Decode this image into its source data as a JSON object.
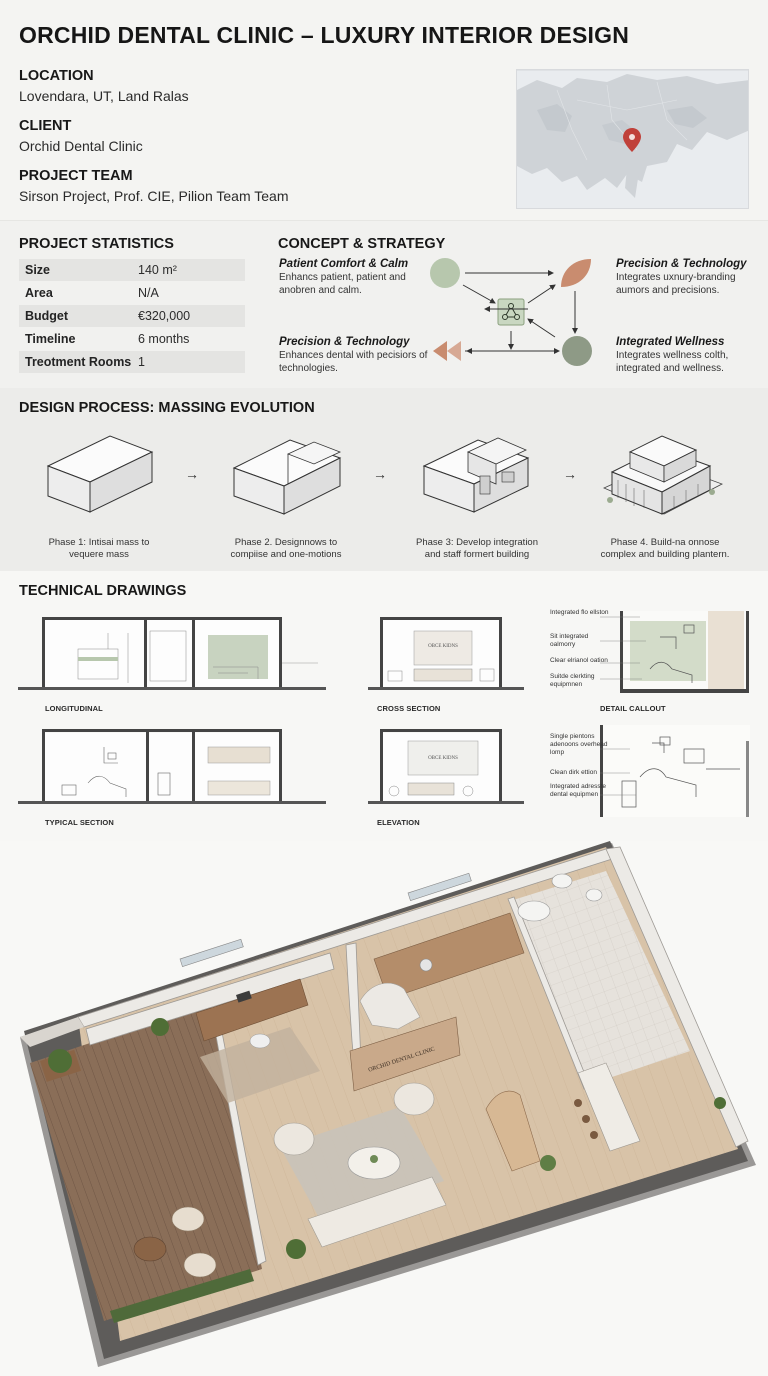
{
  "header": {
    "title": "ORCHID DENTAL CLINIC – LUXURY INTERIOR DESIGN",
    "location_label": "LOCATION",
    "location_value": "Lovendara, UT, Land Ralas",
    "client_label": "CLIENT",
    "client_value": "Orchid Dental Clinic",
    "team_label": "PROJECT TEAM",
    "team_value": "Sirson Project, Prof. CIE, Pilion Team Team"
  },
  "stats": {
    "title": "PROJECT STATISTICS",
    "rows": [
      {
        "key": "Size",
        "value": "140 m²"
      },
      {
        "key": "Area",
        "value": "N/A"
      },
      {
        "key": "Budget",
        "value": "€320,000"
      },
      {
        "key": "Timeline",
        "value": "6 months"
      },
      {
        "key": "Treotment Rooms",
        "value": "1"
      }
    ]
  },
  "concept": {
    "title": "CONCEPT & STRATEGY",
    "items": [
      {
        "heading": "Patient Comfort & Calm",
        "text": "Enhancs patient, patient and anobren and calm."
      },
      {
        "heading": "Precision & Technology",
        "text": "Integrates uxnury-branding aumors and precisions."
      },
      {
        "heading": "Precision & Technology",
        "text": "Enhances dental with pecisiors of technologies."
      },
      {
        "heading": "Integrated Wellness",
        "text": "Integrates wellness colth, integrated and wellness."
      }
    ],
    "colors": {
      "sage": "#b7c7ad",
      "terracotta": "#c98c6f",
      "olive": "#8e9a86"
    }
  },
  "process": {
    "title": "DESIGN PROCESS: MASSING EVOLUTION",
    "phases": [
      {
        "line1": "Phase 1: Intisai mass to",
        "line2": "vequere mass"
      },
      {
        "line1": "Phase 2. Designnows to",
        "line2": "compiise and one-motions"
      },
      {
        "line1": "Phase 3: Develop integration",
        "line2": "and staff formert building"
      },
      {
        "line1": "Phase 4. Build-na onnose",
        "line2": "complex and building plantern."
      }
    ],
    "arrow": "→"
  },
  "drawings": {
    "title": "TECHNICAL DRAWINGS",
    "labels": [
      "LONGITUDINAL",
      "CROSS SECTION",
      "DETAIL CALLOUT",
      "TYPICAL SECTION",
      "ELEVATION"
    ],
    "sign_text": "OBCE KIDNS",
    "callouts_top": [
      "Integrated flo ellston",
      "Sit integrated oalmorry",
      "Clear elrianol oation",
      "Suitde clerkting equipmnen"
    ],
    "callouts_bottom": [
      "Single pientons adenoons overhead lomp",
      "Clean dirk ettion",
      "Integrated adresste dental equipmen"
    ]
  },
  "plan": {
    "sign_text": "ORCHID DENTAL CLINIC"
  }
}
